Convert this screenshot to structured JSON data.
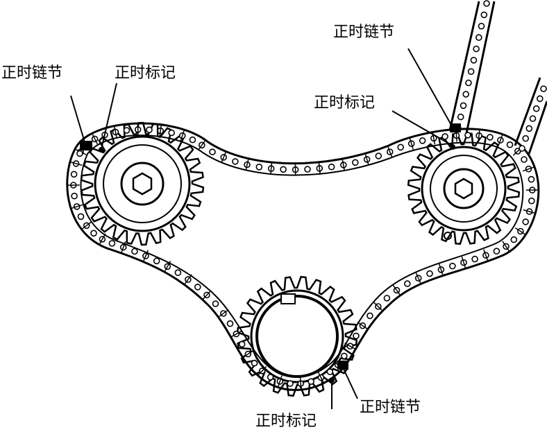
{
  "labels": {
    "top_left_chain": "正时链节",
    "top_left_mark": "正时标记",
    "top_right_chain": "正时链节",
    "top_right_mark": "正时标记",
    "bottom_mark": "正时标记",
    "bottom_chain": "正时链节"
  },
  "colors": {
    "ink": "#000000",
    "paper": "#ffffff"
  }
}
